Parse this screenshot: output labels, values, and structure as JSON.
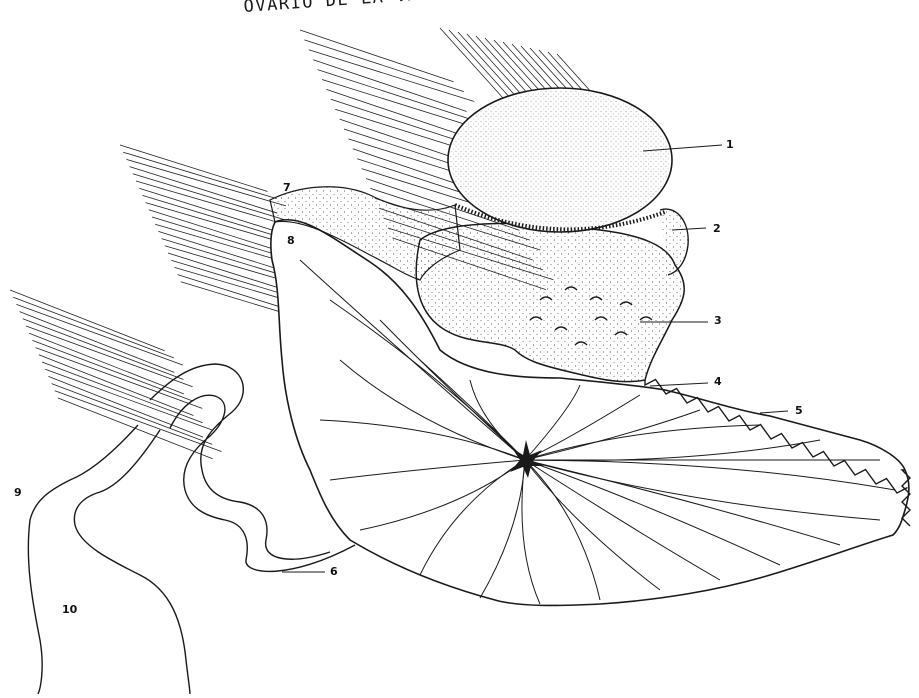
{
  "diagram": {
    "title": "OVARIO DE LA VACA Y ESTRUCTURA",
    "labels": {
      "l1": "1",
      "l2": "2",
      "l3": "3",
      "l4": "4",
      "l5": "5",
      "l6": "6",
      "l7": "7",
      "l8": "8",
      "l9": "9",
      "l10": "10"
    },
    "ink_color": "#1a1a1a"
  }
}
